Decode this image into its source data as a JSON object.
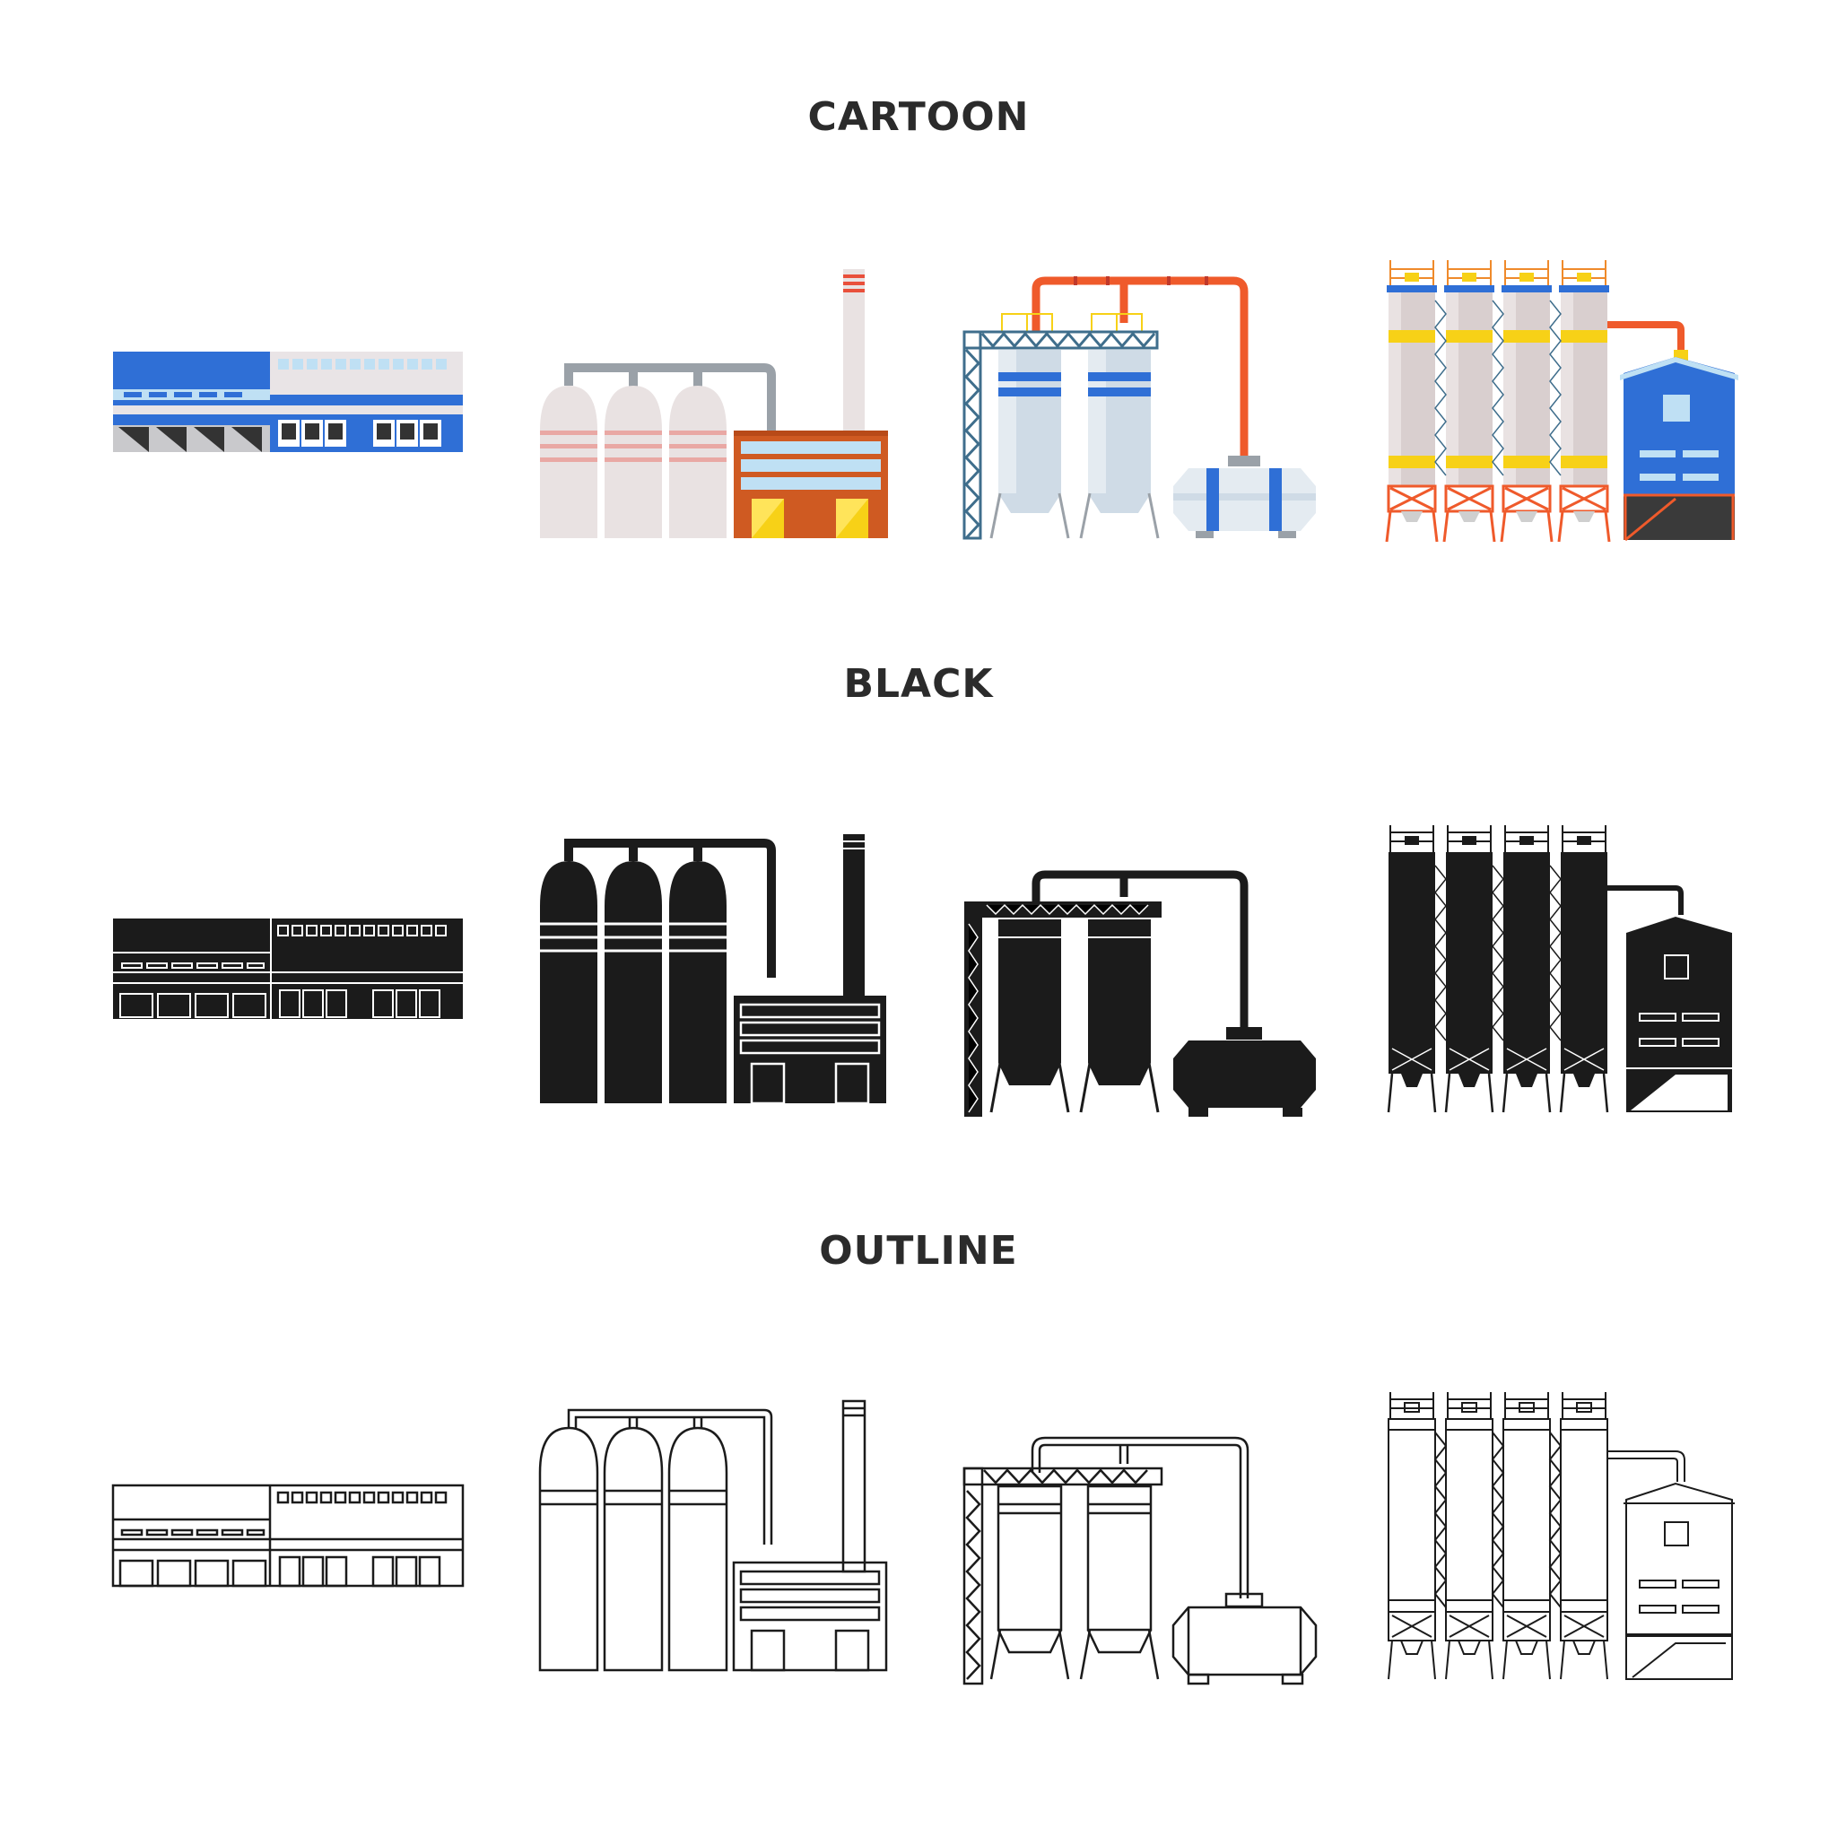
{
  "sections": [
    {
      "label": "CARTOON"
    },
    {
      "label": "BLACK"
    },
    {
      "label": "OUTLINE"
    }
  ],
  "colors": {
    "blue": "#2f6fd6",
    "light_blue": "#bfe0f4",
    "silo": "#e9e2e2",
    "pink_band": "#e9a8a4",
    "brick": "#cf5a22",
    "yellow": "#f7d117",
    "pipe_red": "#ef5a2b",
    "frame_blue": "#3f6e8c",
    "black": "#1b1b1b"
  },
  "icons": [
    "warehouse-icon",
    "silo-factory-icon",
    "tank-plant-icon",
    "cement-plant-icon"
  ]
}
